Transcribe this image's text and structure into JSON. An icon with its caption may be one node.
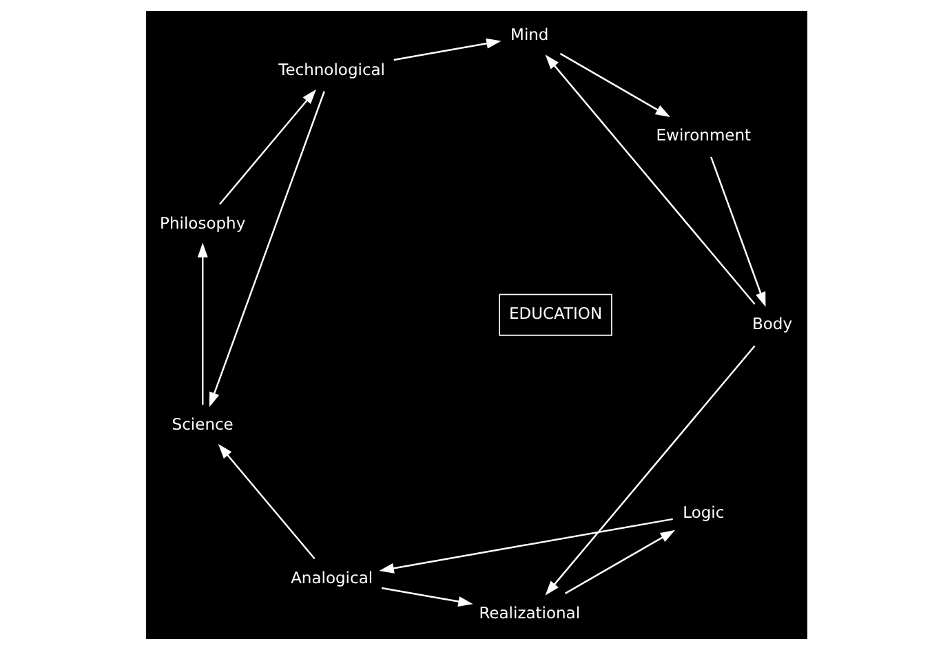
{
  "diagram": {
    "nodes": [
      {
        "text": [
          "Logic"
        ]
      },
      {
        "text": [
          "Analogical"
        ]
      },
      {
        "text": [
          "Realizational"
        ]
      },
      {
        "text": [
          "EDUCATION"
        ]
      },
      {
        "text": [
          "Body"
        ]
      },
      {
        "text": [
          "Science"
        ]
      },
      {
        "text": [
          "Technological"
        ]
      },
      {
        "text": [
          "Philosophy"
        ]
      },
      {
        "text": [
          "Mind"
        ]
      },
      {
        "text": [
          "Ewironment"
        ]
      }
    ],
    "edges": [
      {
        "from": 0,
        "to": 1,
        "arrow": "to"
      },
      {
        "from": 1,
        "to": 2,
        "arrow": "to"
      },
      {
        "from": 2,
        "to": 0,
        "arrow": "to"
      },
      {
        "from": 1,
        "to": 5,
        "arrow": "to"
      },
      {
        "from": 5,
        "to": 7,
        "arrow": "to"
      },
      {
        "from": 7,
        "to": 6,
        "arrow": "to"
      },
      {
        "from": 6,
        "to": 5,
        "arrow": "to"
      },
      {
        "from": 4,
        "to": 8,
        "arrow": "to"
      },
      {
        "from": 8,
        "to": 9,
        "arrow": "to"
      },
      {
        "from": 9,
        "to": 4,
        "arrow": "to"
      },
      {
        "from": 4,
        "to": 2,
        "arrow": "to"
      },
      {
        "from": 6,
        "to": 8,
        "arrow": "to"
      }
    ]
  }
}
